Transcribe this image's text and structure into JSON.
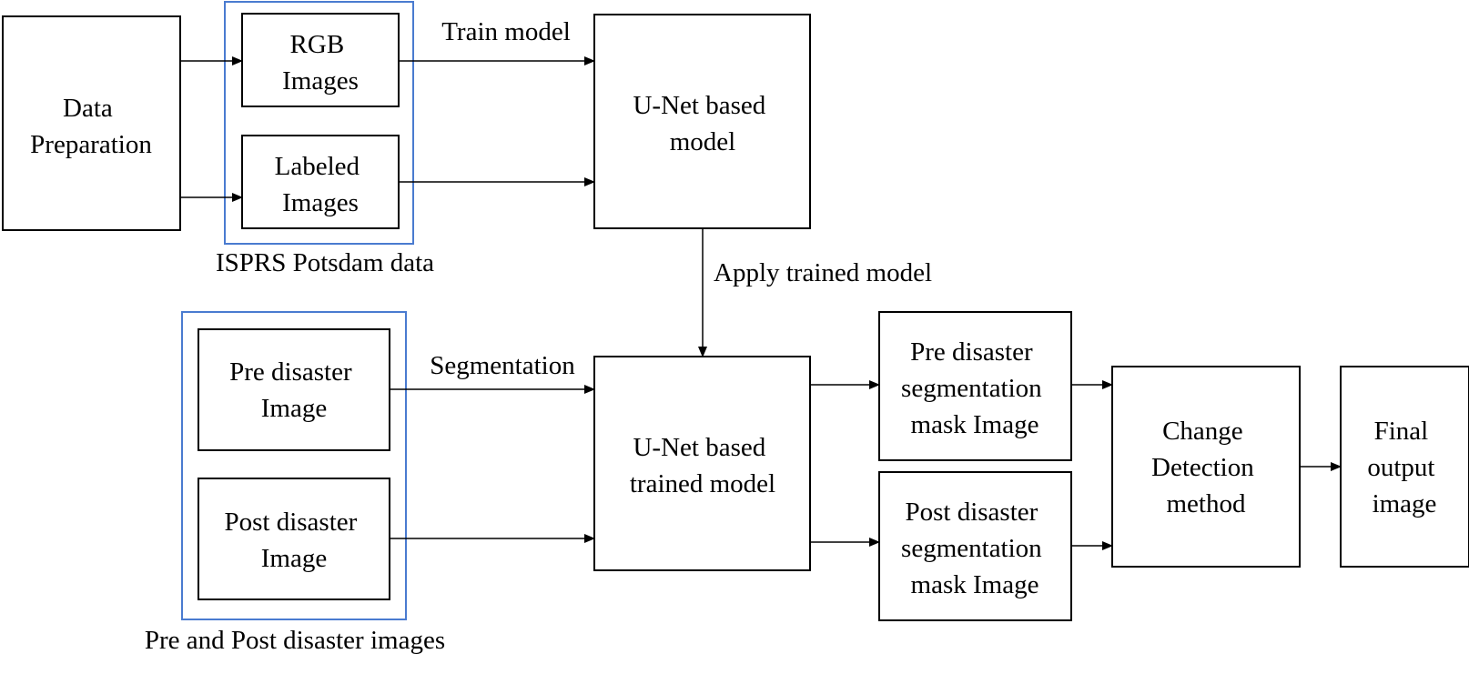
{
  "colors": {
    "group_border": "#4a7bd0",
    "box_border": "#000000",
    "arrow": "#000000",
    "text": "#000000"
  },
  "groups": {
    "isprs": {
      "label": "ISPRS Potsdam data"
    },
    "disaster": {
      "label": "Pre and Post disaster images"
    }
  },
  "nodes": {
    "data_prep": {
      "lines": [
        "Data",
        "Preparation"
      ]
    },
    "rgb": {
      "lines": [
        "RGB",
        "Images"
      ]
    },
    "labeled": {
      "lines": [
        "Labeled",
        "Images"
      ]
    },
    "unet": {
      "lines": [
        "U-Net based",
        "model"
      ]
    },
    "pre_img": {
      "lines": [
        "Pre disaster",
        "Image"
      ]
    },
    "post_img": {
      "lines": [
        "Post disaster",
        "Image"
      ]
    },
    "unet_trained": {
      "lines": [
        "U-Net based",
        "trained model"
      ]
    },
    "pre_mask": {
      "lines": [
        "Pre disaster",
        "segmentation",
        "mask Image"
      ]
    },
    "post_mask": {
      "lines": [
        "Post disaster",
        "segmentation",
        "mask Image"
      ]
    },
    "change": {
      "lines": [
        "Change",
        "Detection",
        "method"
      ]
    },
    "final": {
      "lines": [
        "Final",
        "output",
        "image"
      ]
    }
  },
  "edge_labels": {
    "train": "Train model",
    "apply": "Apply trained model",
    "segmentation": "Segmentation"
  }
}
